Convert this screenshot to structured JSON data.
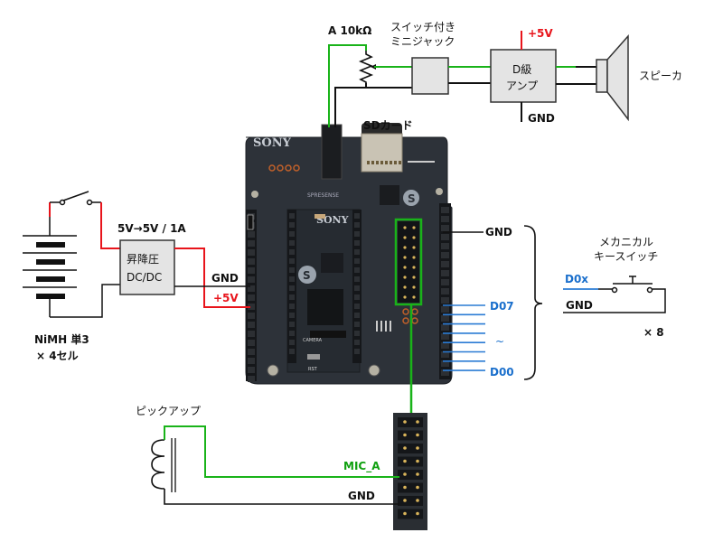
{
  "colors": {
    "wire_green": "#19b319",
    "wire_black": "#111111",
    "wire_red": "#e8141b",
    "wire_blue": "#2a7bd4",
    "box_fill": "#e4e4e4",
    "board": "#2c3138"
  },
  "potentiometer": {
    "label": "A 10kΩ"
  },
  "minijack": {
    "label_line1": "スイッチ付き",
    "label_line2": "ミニジャック"
  },
  "amp": {
    "label_line1": "D級",
    "label_line2": "アンプ",
    "power_label": "+5V",
    "gnd_label": "GND"
  },
  "speaker": {
    "label": "スピーカ"
  },
  "sd_card": {
    "label": "SDカード"
  },
  "battery": {
    "label_line1": "NiMH 単3",
    "label_line2": "× 4セル"
  },
  "dcdc": {
    "title": "5V→5V / 1A",
    "label_line1": "昇降圧",
    "label_line2": "DC/DC",
    "gnd_label": "GND",
    "out_label": "+5V"
  },
  "board": {
    "brand": "SONY",
    "name": "SPRESENSE",
    "sub_brand": "SONY",
    "camera_label": "CAMERA",
    "rst_label": "RST"
  },
  "digital": {
    "gnd_label": "GND",
    "top_label": "D07",
    "mid_label": "~",
    "bottom_label": "D00"
  },
  "keyswitch": {
    "label_line1": "メカニカル",
    "label_line2": "キースイッチ",
    "signal_label": "D0x",
    "gnd_label": "GND",
    "count_label": "× 8"
  },
  "pickup": {
    "label": "ピックアップ",
    "mic_label": "MIC_A",
    "gnd_label": "GND"
  }
}
